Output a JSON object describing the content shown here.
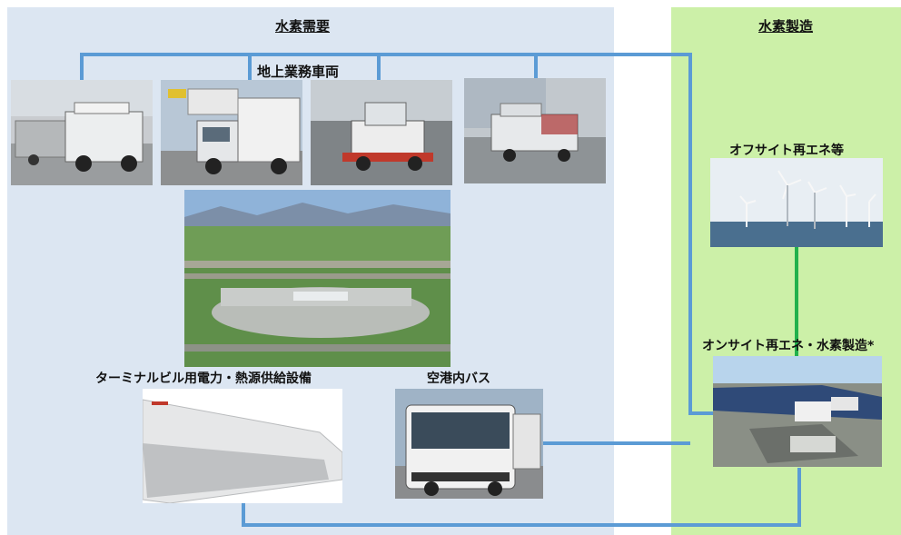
{
  "demand": {
    "title": "水素需要",
    "ground_vehicles_label": "地上業務車両",
    "terminal_label": "ターミナルビル用電力・熱源供給設備",
    "bus_label": "空港内バス"
  },
  "production": {
    "title": "水素製造",
    "offsite_label": "オフサイト再エネ等",
    "onsite_label": "オンサイト再エネ・水素製造*"
  },
  "colors": {
    "demand_bg": "#dce6f2",
    "production_bg": "#ccf0a8",
    "connector_blue": "#5b9bd5",
    "connector_green": "#22b14c"
  }
}
